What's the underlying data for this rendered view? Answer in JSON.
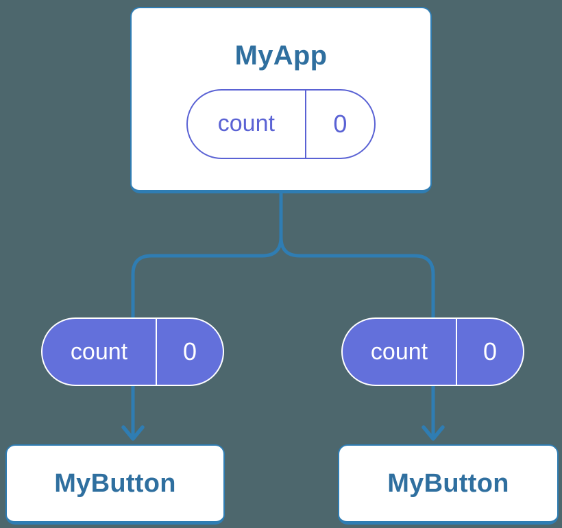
{
  "canvas": {
    "background_color": "#4D676D",
    "connector_blue": "#2F7DB3",
    "card_title_blue": "#2F6F9F",
    "pill_indigo_outline": "#5A62D4",
    "pill_purple_fill": "#6370DB",
    "card_fill": "#FFFFFF"
  },
  "diagram": {
    "root": {
      "title": "MyApp",
      "state_pill": {
        "name": "count",
        "value": "0"
      }
    },
    "left_branch": {
      "prop_pill": {
        "name": "count",
        "value": "0"
      },
      "child": {
        "title": "MyButton"
      }
    },
    "right_branch": {
      "prop_pill": {
        "name": "count",
        "value": "0"
      },
      "child": {
        "title": "MyButton"
      }
    }
  }
}
